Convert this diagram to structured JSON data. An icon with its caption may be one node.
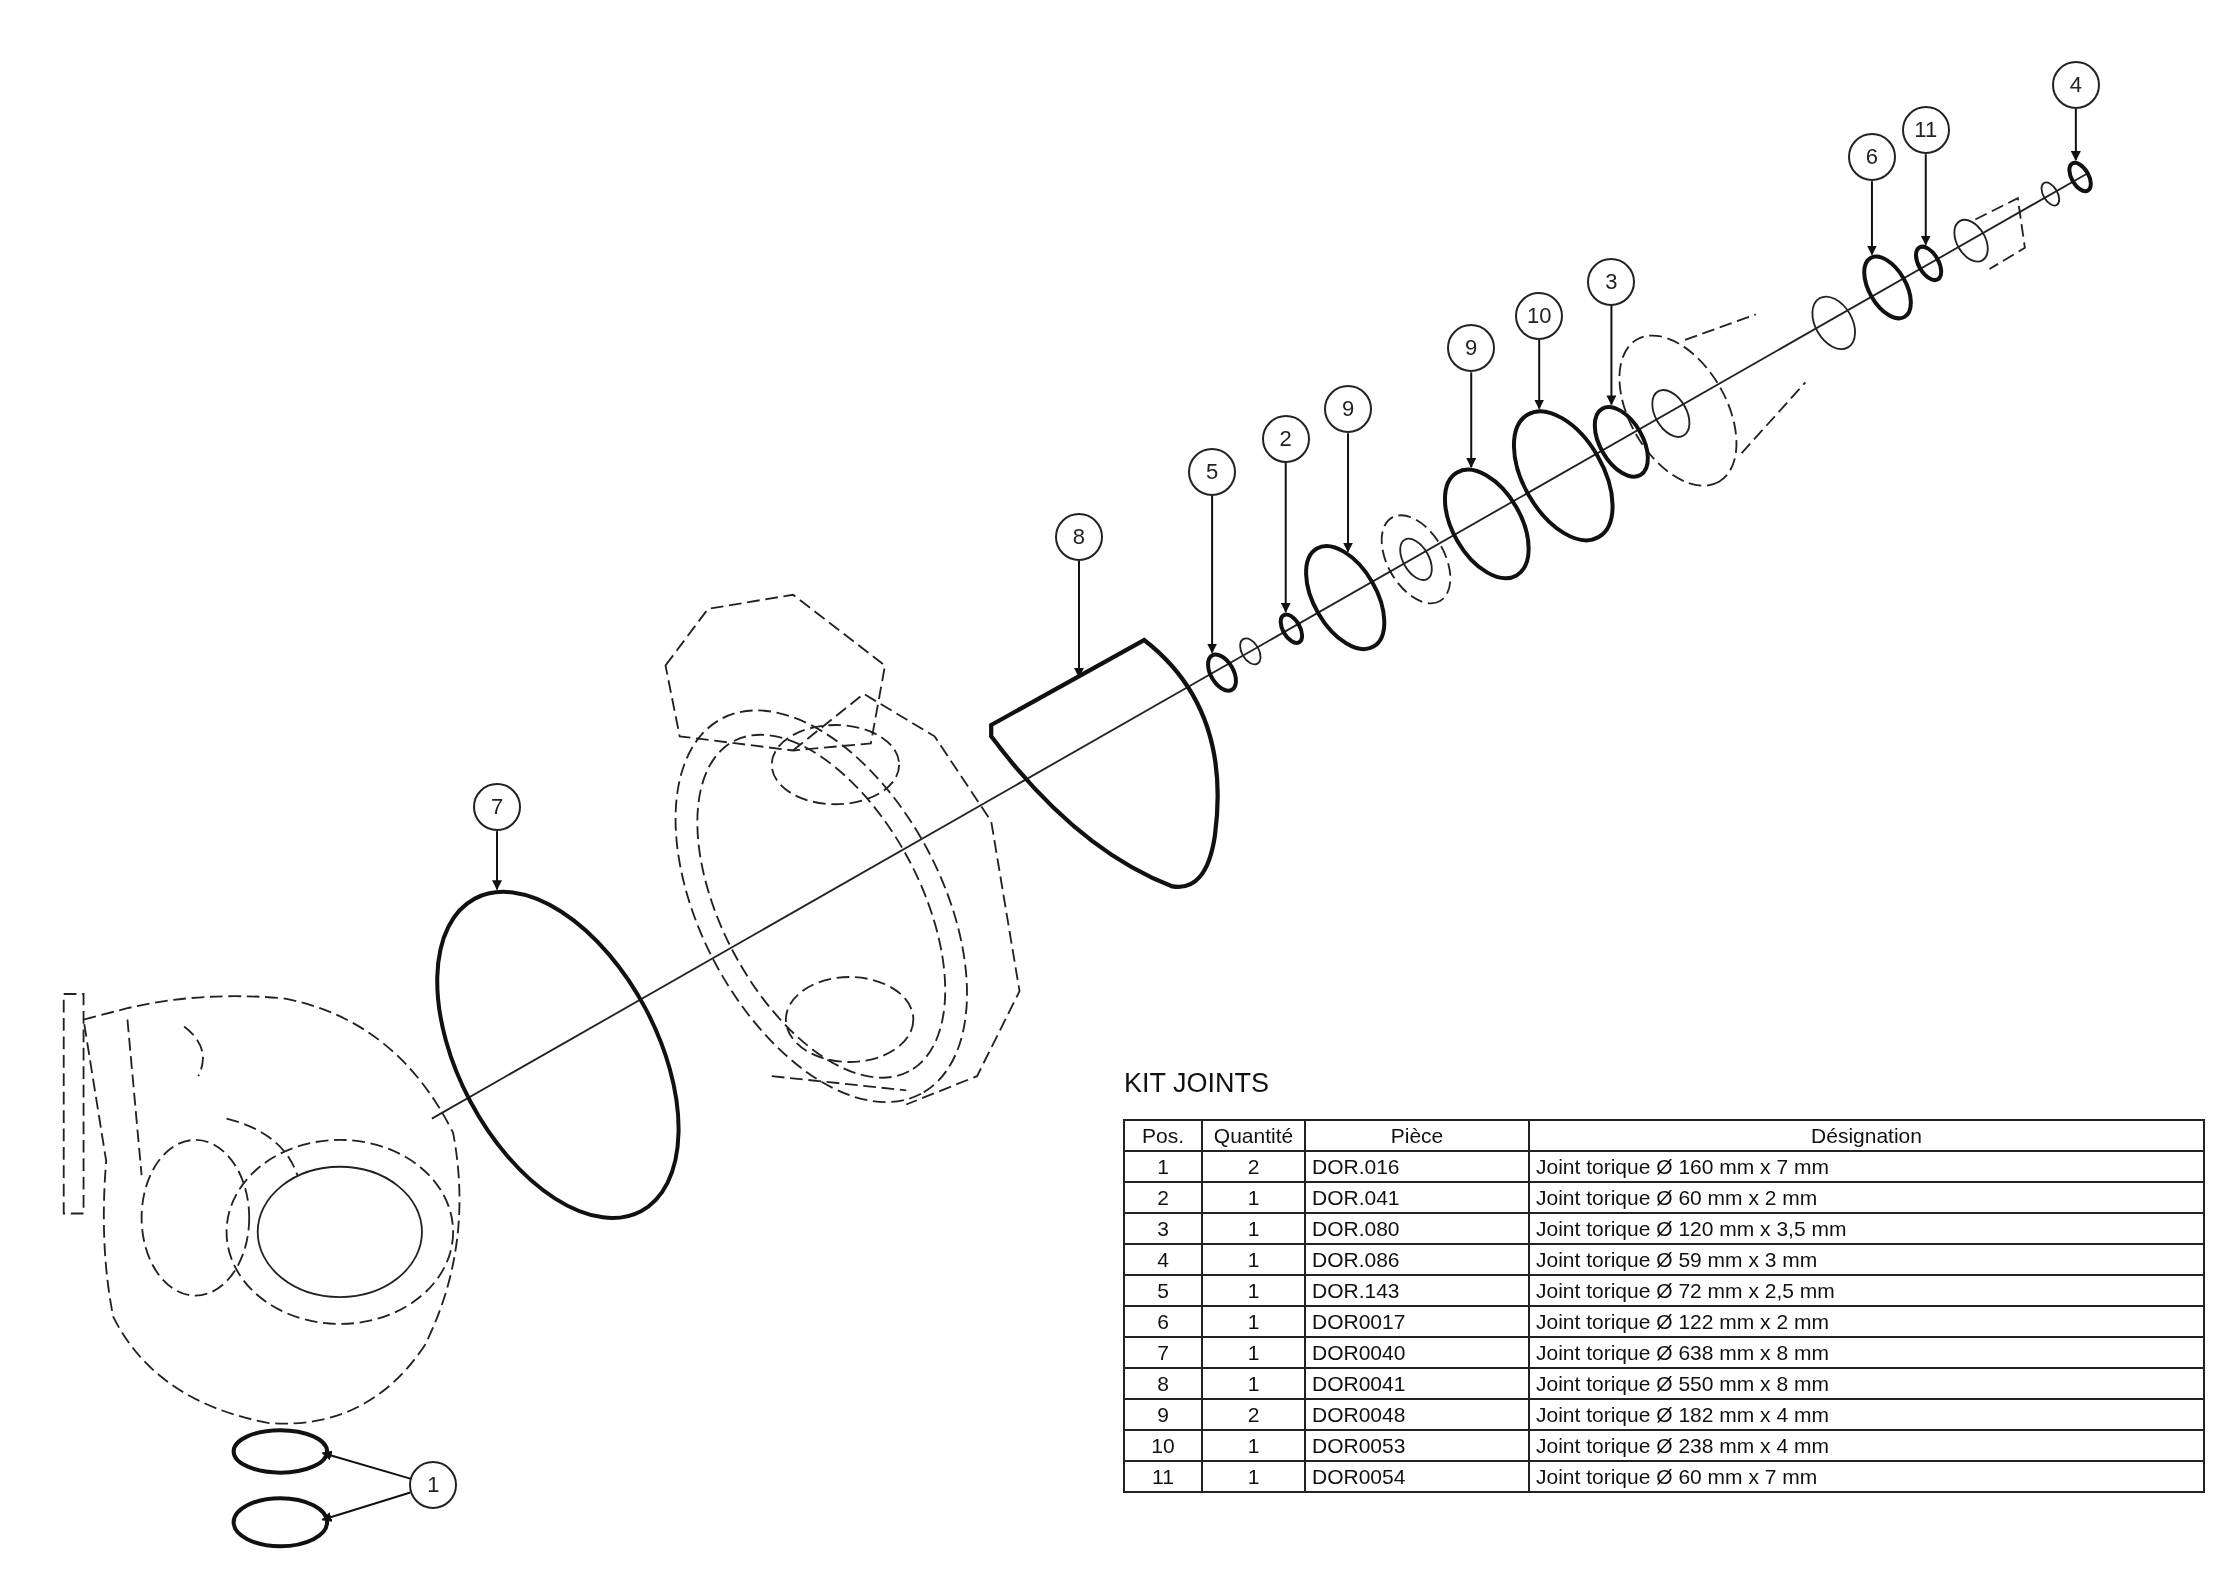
{
  "diagram": {
    "nodes": [
      {
        "text": [
          "4"
        ]
      },
      {
        "text": [
          "11"
        ]
      },
      {
        "text": [
          "6"
        ]
      },
      {
        "text": [
          "3"
        ]
      },
      {
        "text": [
          "10"
        ]
      },
      {
        "text": [
          "9"
        ]
      },
      {
        "text": [
          "9"
        ]
      },
      {
        "text": [
          "2"
        ]
      },
      {
        "text": [
          "5"
        ]
      },
      {
        "text": [
          "8"
        ]
      },
      {
        "text": [
          "7"
        ]
      },
      {
        "text": [
          "1"
        ]
      },
      {
        "text": [],
        "shape": "ring"
      },
      {
        "text": [],
        "shape": "ring"
      },
      {
        "text": [],
        "shape": "ring"
      },
      {
        "text": [],
        "shape": "ring"
      },
      {
        "text": [],
        "shape": "ring"
      },
      {
        "text": [],
        "shape": "ring"
      },
      {
        "text": [],
        "shape": "ring"
      },
      {
        "text": [],
        "shape": "ring"
      },
      {
        "text": [],
        "shape": "ring"
      },
      {
        "text": [],
        "shape": "ring"
      },
      {
        "text": [],
        "shape": "ring"
      },
      {
        "text": [],
        "shape": "ring"
      },
      {
        "text": [],
        "shape": "ring"
      }
    ],
    "edges": [
      {
        "from": 0,
        "to": 12,
        "arrow": "to"
      },
      {
        "from": 1,
        "to": 13,
        "arrow": "to"
      },
      {
        "from": 2,
        "to": 14,
        "arrow": "to"
      },
      {
        "from": 3,
        "to": 15,
        "arrow": "to"
      },
      {
        "from": 4,
        "to": 16,
        "arrow": "to"
      },
      {
        "from": 5,
        "to": 17,
        "arrow": "to"
      },
      {
        "from": 6,
        "to": 18,
        "arrow": "to"
      },
      {
        "from": 7,
        "to": 19,
        "arrow": "to"
      },
      {
        "from": 8,
        "to": 20,
        "arrow": "to"
      },
      {
        "from": 9,
        "to": 21,
        "arrow": "to"
      },
      {
        "from": 10,
        "to": 22,
        "arrow": "to"
      },
      {
        "from": 11,
        "to": 23,
        "arrow": "to"
      },
      {
        "from": 11,
        "to": 24,
        "arrow": "to"
      }
    ],
    "labels": [
      "KIT JOINTS",
      "Pos.",
      "Quantité",
      "Pièce",
      "Désignation",
      "1",
      "2",
      "DOR.016",
      "Joint torique Ø 160 mm x 7 mm",
      "2",
      "1",
      "DOR.041",
      "Joint torique Ø 60 mm x 2 mm",
      "3",
      "1",
      "DOR.080",
      "Joint torique Ø 120 mm x 3,5 mm",
      "4",
      "1",
      "DOR.086",
      "Joint torique Ø 59 mm x 3 mm",
      "5",
      "1",
      "DOR.143",
      "Joint torique Ø 72 mm x 2,5 mm",
      "6",
      "1",
      "DOR0017",
      "Joint torique Ø 122 mm x 2 mm",
      "7",
      "1",
      "DOR0040",
      "Joint torique Ø 638 mm x 8 mm",
      "8",
      "1",
      "DOR0041",
      "Joint torique Ø 550 mm x 8 mm",
      "9",
      "2",
      "DOR0048",
      "Joint torique Ø 182 mm x 4 mm",
      "10",
      "1",
      "DOR0053",
      "Joint torique Ø 238 mm x 4 mm",
      "11",
      "1",
      "DOR0054",
      "Joint torique Ø 60 mm x 7 mm"
    ]
  }
}
